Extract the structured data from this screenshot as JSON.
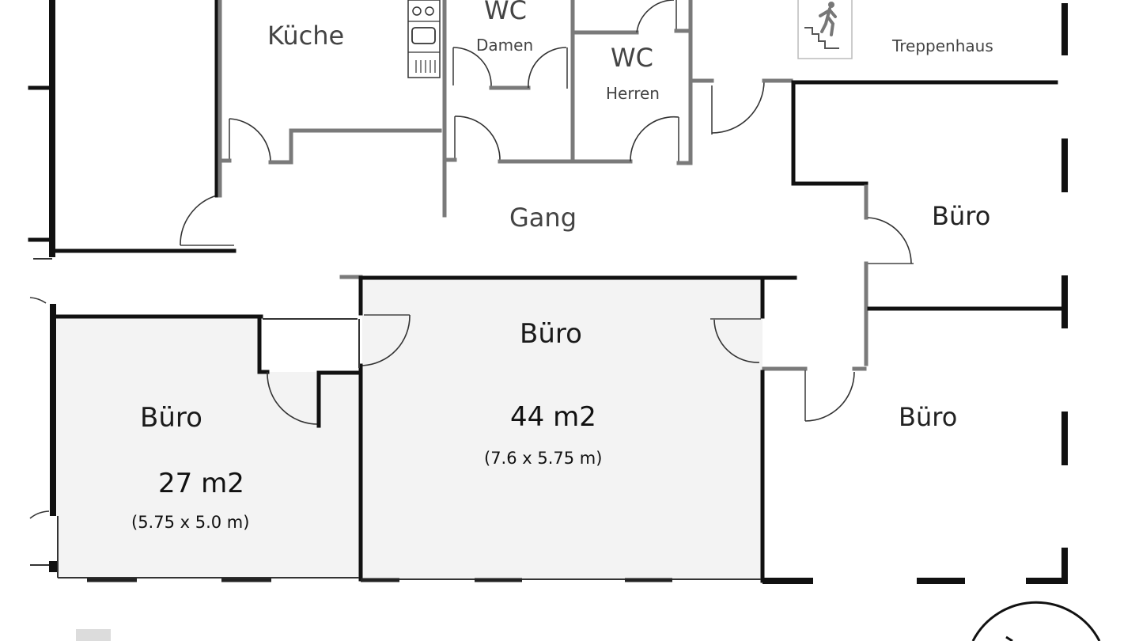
{
  "plan": {
    "rooms": {
      "kueche": {
        "label": "Küche"
      },
      "wc_damen": {
        "label": "WC",
        "sublabel": "Damen"
      },
      "wc_herren": {
        "label": "WC",
        "sublabel": "Herren"
      },
      "treppenhaus": {
        "label": "Treppenhaus"
      },
      "gang": {
        "label": "Gang"
      },
      "buero_right_upper": {
        "label": "Büro"
      },
      "buero_right_lower": {
        "label": "Büro"
      },
      "buero_center": {
        "label": "Büro",
        "area": "44 m2",
        "dimensions": "(7.6  x 5.75 m)"
      },
      "buero_left": {
        "label": "Büro",
        "area": "27 m2",
        "dimensions": "(5.75  x 5.0 m)"
      }
    },
    "icons": {
      "stairs": "stairs-person-icon",
      "kitchen": "kitchen-stove-icon",
      "north": "north-arrow-icon"
    },
    "colors": {
      "wall_dark": "#111111",
      "wall_grey": "#7a7a7a",
      "highlight_fill": "#f3f3f3",
      "background": "#ffffff"
    }
  }
}
